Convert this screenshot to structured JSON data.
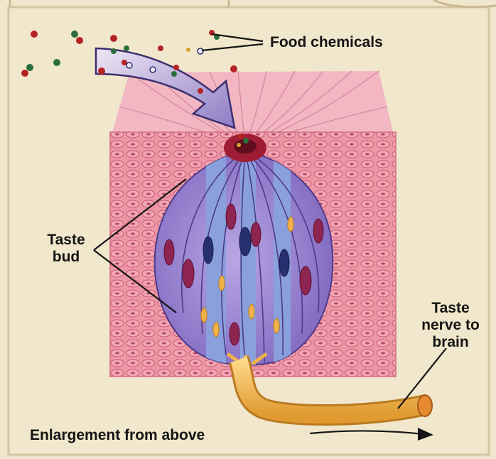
{
  "labels": {
    "food_chemicals": "Food chemicals",
    "taste_bud": "Taste\nbud",
    "taste_nerve": "Taste\nnerve to\nbrain",
    "enlargement": "Enlargement from above"
  },
  "colors": {
    "background": "#f1e7cc",
    "tissue": "#e9889a",
    "bud": "#9b86cf",
    "nerve": "#f0b24a",
    "chemical_red": "#b42424",
    "chemical_green": "#2a6e3c"
  }
}
